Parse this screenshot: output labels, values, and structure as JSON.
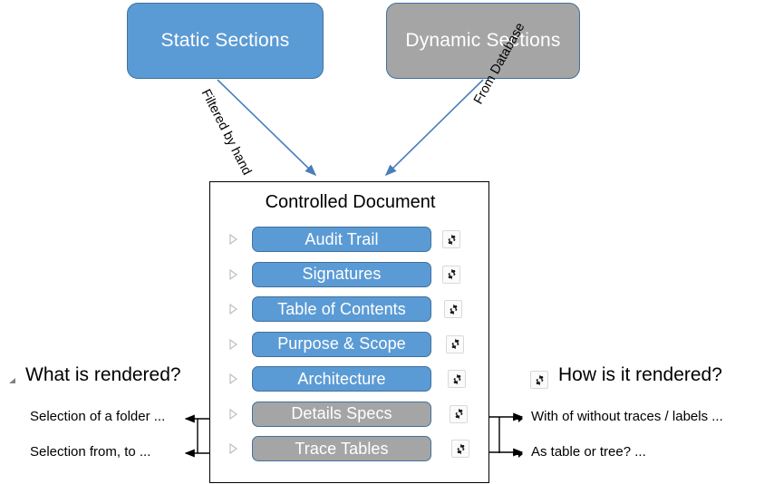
{
  "diagram": {
    "sources": [
      {
        "id": "static-sections",
        "label": "Static Sections",
        "color": "#5B9BD5"
      },
      {
        "id": "dynamic-sections",
        "label": "Dynamic Sections",
        "color": "#A5A5A5"
      }
    ],
    "edge_labels": {
      "left": "Filtered by hand",
      "right": "From Database"
    },
    "document": {
      "title": "Controlled Document",
      "sections": [
        {
          "label": "Audit Trail",
          "color": "#5B9BD5",
          "kind": "static",
          "gear": "gear-icon"
        },
        {
          "label": "Signatures",
          "color": "#5B9BD5",
          "kind": "static",
          "gear": "gear-icon"
        },
        {
          "label": "Table of Contents",
          "color": "#5B9BD5",
          "kind": "static",
          "gear": "gear-icon"
        },
        {
          "label": "Purpose & Scope",
          "color": "#5B9BD5",
          "kind": "static",
          "gear": "gear-icon"
        },
        {
          "label": "Architecture",
          "color": "#5B9BD5",
          "kind": "static",
          "gear": "gear-icon"
        },
        {
          "label": "Details Specs",
          "color": "#A5A5A5",
          "kind": "dynamic",
          "gear": "gear-icon"
        },
        {
          "label": "Trace Tables",
          "color": "#A5A5A5",
          "kind": "dynamic",
          "gear": "gear-icon"
        }
      ]
    },
    "left_panel": {
      "bullet_icon": "triangle-collapse-icon",
      "heading": "What is rendered?",
      "notes": [
        "Selection of a folder ...",
        "Selection from, to ..."
      ]
    },
    "right_panel": {
      "heading_icon": "gear-icon",
      "heading": "How is it rendered?",
      "bullet_icon": "arrow-right-bullet-icon",
      "notes": [
        "With of without traces / labels ...",
        "As table or tree? ..."
      ]
    },
    "colors": {
      "blue": "#5B9BD5",
      "blue_border": "#41719C",
      "gray": "#A5A5A5",
      "arrow_blue": "#4A7EBB",
      "arrow_black": "#000000",
      "marker_gray": "#BFBFBF"
    }
  }
}
